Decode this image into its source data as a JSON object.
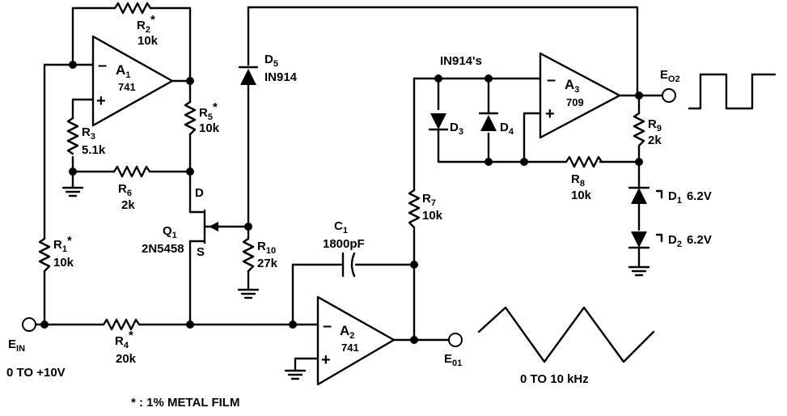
{
  "components": {
    "r2": {
      "ref": "R",
      "sub": "2",
      "star": "*",
      "value": "10k"
    },
    "a1": {
      "ref": "A",
      "sub": "1",
      "part": "741"
    },
    "r3": {
      "ref": "R",
      "sub": "3",
      "value": "5.1k"
    },
    "r5": {
      "ref": "R",
      "sub": "5",
      "star": "*",
      "value": "10k"
    },
    "r6": {
      "ref": "R",
      "sub": "6",
      "value": "2k"
    },
    "q1": {
      "ref": "Q",
      "sub": "1",
      "part": "2N5458",
      "drain": "D",
      "source": "S"
    },
    "r1": {
      "ref": "R",
      "sub": "1",
      "star": "*",
      "value": "10k"
    },
    "r4": {
      "ref": "R",
      "sub": "4",
      "star": "*",
      "value": "20k"
    },
    "d5": {
      "ref": "D",
      "sub": "5",
      "part": "IN914"
    },
    "r10": {
      "ref": "R",
      "sub": "10",
      "value": "27k"
    },
    "c1": {
      "ref": "C",
      "sub": "1",
      "value": "1800pF"
    },
    "a2": {
      "ref": "A",
      "sub": "2",
      "part": "741"
    },
    "r7": {
      "ref": "R",
      "sub": "7",
      "value": "10k"
    },
    "diodes_d3_d4": {
      "label": "IN914's"
    },
    "d3": {
      "ref": "D",
      "sub": "3"
    },
    "d4": {
      "ref": "D",
      "sub": "4"
    },
    "a3": {
      "ref": "A",
      "sub": "3",
      "part": "709"
    },
    "r9": {
      "ref": "R",
      "sub": "9",
      "value": "2k"
    },
    "r8": {
      "ref": "R",
      "sub": "8",
      "value": "10k"
    },
    "d1": {
      "ref": "D",
      "sub": "1",
      "value": "6.2V"
    },
    "d2": {
      "ref": "D",
      "sub": "2",
      "value": "6.2V"
    }
  },
  "terminals": {
    "ein": {
      "ref": "E",
      "sub": "IN",
      "range": "0 TO +10V"
    },
    "eo1": {
      "ref": "E",
      "sub": "01"
    },
    "eo2": {
      "ref": "E",
      "sub": "O2"
    }
  },
  "annotations": {
    "triangle_range": "0 TO 10 kHz",
    "footnote": "* : 1% METAL FILM"
  },
  "opamp_symbols": {
    "minus": "–",
    "plus": "+"
  }
}
